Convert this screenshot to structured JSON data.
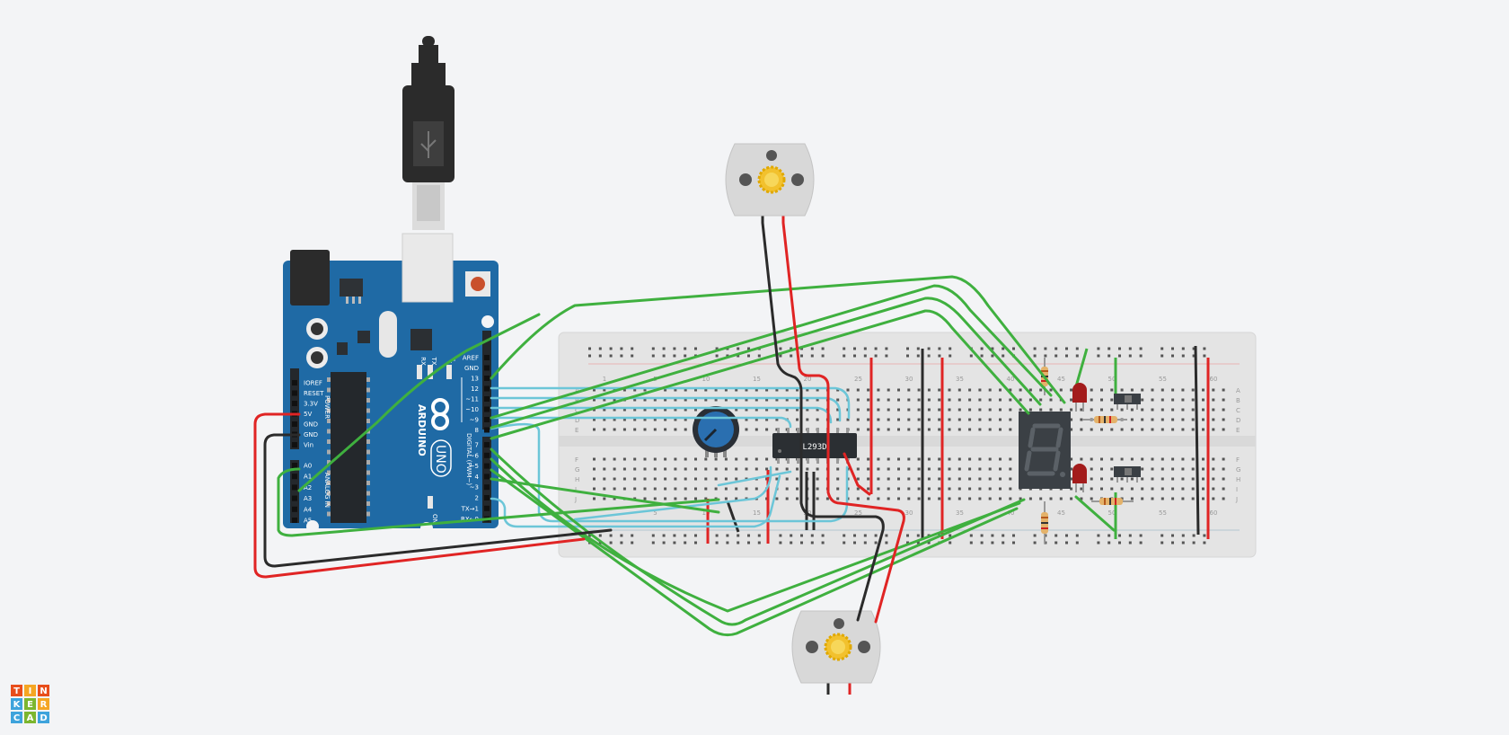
{
  "arduino": {
    "brand": "ARDUINO",
    "model": "UNO",
    "on_label": "ON",
    "led_l": "L",
    "led_tx": "TX",
    "led_rx": "RX",
    "power_header": "POWER",
    "analog_header": "ANALOG IN",
    "digital_header": "DIGITAL (PWM~)",
    "power_pins": [
      "IOREF",
      "RESET",
      "3.3V",
      "5V",
      "GND",
      "GND",
      "Vin"
    ],
    "analog_pins": [
      "A0",
      "A1",
      "A2",
      "A3",
      "A4",
      "A5"
    ],
    "digital_pins_top": [
      "AREF",
      "GND",
      "13",
      "12",
      "~11",
      "~10",
      "~9",
      "8"
    ],
    "digital_pins_bottom": [
      "7",
      "~6",
      "~5",
      "4",
      "~3",
      "2",
      "TX→1",
      "RX←0"
    ]
  },
  "chip": {
    "label": "L293D"
  },
  "breadboard": {
    "column_numbers": [
      "1",
      "5",
      "10",
      "15",
      "20",
      "25",
      "30",
      "35",
      "40",
      "45",
      "50",
      "55",
      "60"
    ],
    "rows_top": [
      "A",
      "B",
      "C",
      "D",
      "E"
    ],
    "rows_bottom": [
      "F",
      "G",
      "H",
      "I",
      "J"
    ]
  },
  "logo": {
    "letters": [
      "T",
      "I",
      "N",
      "K",
      "E",
      "R",
      "C",
      "A",
      "D"
    ]
  },
  "colors": {
    "background": "#f3f4f6",
    "arduino_board": "#1f6aa5",
    "wire_green": "#3fb03f",
    "wire_cyan": "#6cc6d8",
    "wire_red": "#e02424",
    "wire_black": "#2b2b2b",
    "motor": "#d8d8d8",
    "motor_gear": "#f2c12e",
    "breadboard": "#e3e3e3",
    "potentiometer": "#2a6fb0"
  },
  "icons": [
    "usb-icon",
    "motor-gear-icon",
    "tinkercad-logo-icon"
  ]
}
